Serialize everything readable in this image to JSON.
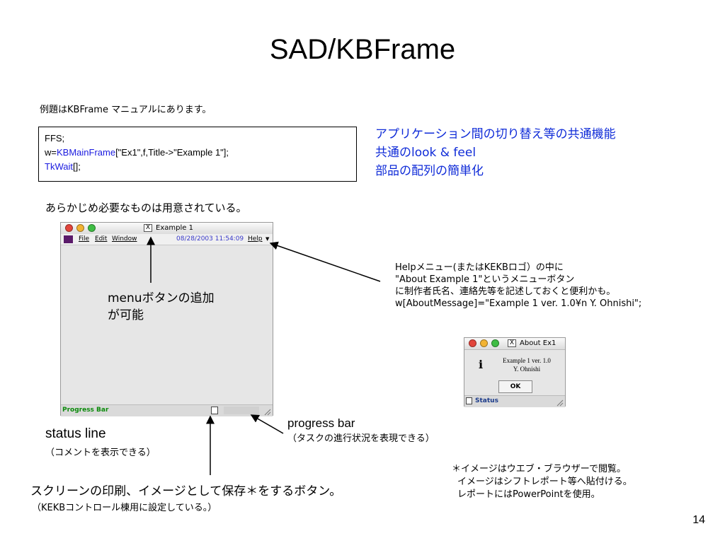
{
  "title": "SAD/KBFrame",
  "intro": "例題はKBFrame マニュアルにあります。",
  "code": {
    "line1": "FFS;",
    "line2_prefix": "w=",
    "line2_func": "KBMainFrame",
    "line2_rest": "[\"Ex1\",f,Title->\"Example 1\"];",
    "line3_func": "TkWait",
    "line3_rest": "[];"
  },
  "features": [
    "アプリケーション間の切り替え等の共通機能",
    "共通のlook & feel",
    "部品の配列の簡単化"
  ],
  "prepared": "あらかじめ必要なものは用意されている。",
  "main_window": {
    "title": "Example 1",
    "x_glyph": "X",
    "menus": [
      "File",
      "Edit",
      "Window"
    ],
    "datetime": "08/28/2003 11:54:09",
    "help": "Help",
    "status": "Progress Bar",
    "colors": {
      "close": "#e2453c",
      "minimize": "#f2b333",
      "zoom": "#3fbd44",
      "datetime": "#3838c8",
      "status": "#0a8a0a"
    }
  },
  "about_window": {
    "title": "About Ex1",
    "x_glyph": "X",
    "line1": "Example 1 ver. 1.0",
    "line2": "Y. Ohnishi",
    "ok": "OK",
    "status": "Status"
  },
  "help_note": [
    "Helpメニュー(またはKEKBロゴ）の中に",
    "\"About Example 1\"というメニューボタン",
    "に制作者氏名、連絡先等を記述しておくと便利かも。",
    "w[AboutMessage]=\"Example 1 ver. 1.0¥n Y. Ohnishi\";"
  ],
  "menu_note": [
    "menuボタンの追加",
    "が可能"
  ],
  "progress_note": {
    "main": "progress bar",
    "sub": "（タスクの進行状況を表現できる）"
  },
  "status_note": {
    "main": "status line",
    "sub": "（コメントを表示できる）"
  },
  "capture_note": {
    "main": "スクリーンの印刷、イメージとして保存＊をするボタン。",
    "sub": "（KEKBコントロール棟用に設定している。）"
  },
  "image_note": [
    "＊イメージはウエブ・ブラウザーで閲覧。",
    "イメージはシフトレポート等へ貼付ける。",
    "レポートにはPowerPointを使用。"
  ],
  "page_number": "14"
}
